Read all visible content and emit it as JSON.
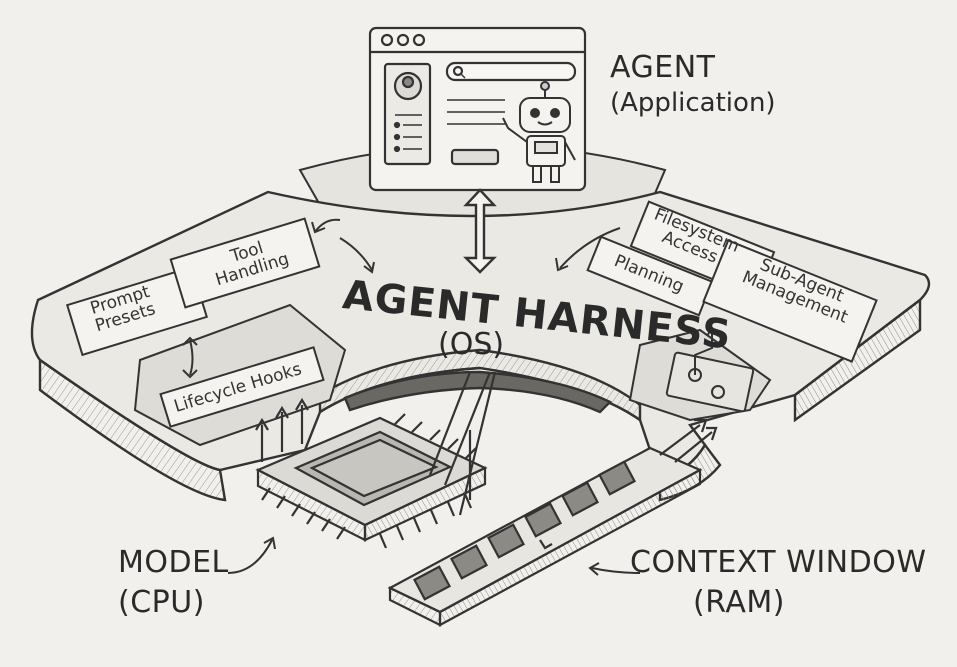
{
  "agent": {
    "title": "AGENT",
    "subtitle": "(Application)"
  },
  "harness": {
    "title": "AGENT HARNESS",
    "subtitle": "(OS)"
  },
  "modules_left": {
    "prompt_presets": [
      "Prompt",
      "Presets"
    ],
    "tool_handling": [
      "Tool",
      "Handling"
    ],
    "lifecycle_hooks": "Lifecycle Hooks"
  },
  "modules_right": {
    "filesystem_access": [
      "Filesystem",
      "Access"
    ],
    "planning": "Planning",
    "sub_agent_management": [
      "Sub-Agent",
      "Management"
    ]
  },
  "model": {
    "title": "MODEL",
    "subtitle": "(CPU)"
  },
  "context": {
    "title": "CONTEXT WINDOW",
    "subtitle": "(RAM)"
  },
  "colors": {
    "paper": "#f1f0ec",
    "ink": "#2b2b2b",
    "shade": "#cfcdc7"
  },
  "icons": [
    "browser-window-icon",
    "robot-icon",
    "cpu-chip-icon",
    "ram-stick-icon",
    "avatar-icon",
    "search-icon"
  ]
}
